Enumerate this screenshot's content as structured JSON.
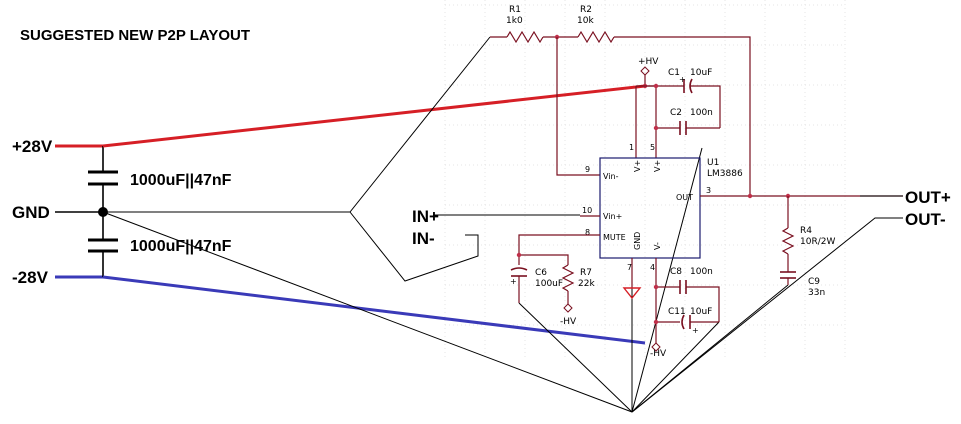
{
  "title": "SUGGESTED NEW P2P LAYOUT",
  "rails": {
    "pos": "+28V",
    "gnd": "GND",
    "neg": "-28V",
    "cap_upper": "1000uF||47nF",
    "cap_lower": "1000uF||47nF",
    "pos_color": "#d61f26",
    "neg_color": "#3a3ab8"
  },
  "inputs": {
    "in_plus": "IN+",
    "in_minus": "IN-"
  },
  "outputs": {
    "out_plus": "OUT+",
    "out_minus": "OUT-"
  },
  "components": {
    "r1_ref": "R1",
    "r1_val": "1k0",
    "r2_ref": "R2",
    "r2_val": "10k",
    "c1_ref": "C1",
    "c1_val": "10uF",
    "c2_ref": "C2",
    "c2_val": "100n",
    "c6_ref": "C6",
    "c6_val": "100uF",
    "r7_ref": "R7",
    "r7_val": "22k",
    "c8_ref": "C8",
    "c8_val": "100n",
    "c11_ref": "C11",
    "c11_val": "10uF",
    "r4_ref": "R4",
    "r4_val": "10R/2W",
    "c9_ref": "C9",
    "c9_val": "33n",
    "u1_ref": "U1",
    "u1_val": "LM3886"
  },
  "supply": {
    "hv_pos": "+HV",
    "hv_neg_r7": "-HV",
    "hv_neg_c11": "-HV"
  },
  "chip": {
    "pin_vin_minus": "Vin-",
    "pin_vin_plus": "Vin+",
    "pin_mute": "MUTE",
    "pin_out": "OUT",
    "pin_gnd": "GND",
    "pin_vp1": "V+",
    "pin_vp2": "V+",
    "pin_vm": "V-",
    "n9": "9",
    "n10": "10",
    "n8": "8",
    "n3": "3",
    "n1": "1",
    "n5": "5",
    "n7": "7",
    "n4": "4"
  }
}
